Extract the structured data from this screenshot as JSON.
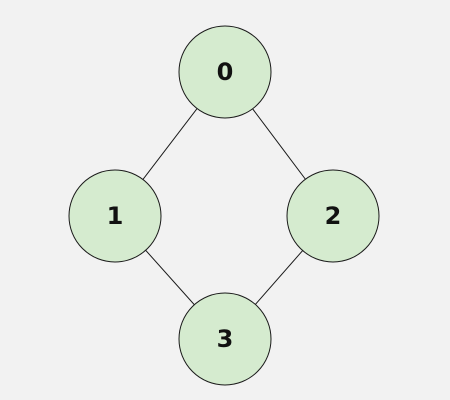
{
  "graph": {
    "node_fill": "#d5ebcf",
    "node_stroke": "#1a1a1a",
    "edge_color": "#1a1a1a",
    "nodes": [
      {
        "id": "0",
        "label": "0"
      },
      {
        "id": "1",
        "label": "1"
      },
      {
        "id": "2",
        "label": "2"
      },
      {
        "id": "3",
        "label": "3"
      }
    ],
    "edges": [
      {
        "from": "0",
        "to": "1"
      },
      {
        "from": "0",
        "to": "2"
      },
      {
        "from": "1",
        "to": "3"
      },
      {
        "from": "2",
        "to": "3"
      }
    ]
  }
}
